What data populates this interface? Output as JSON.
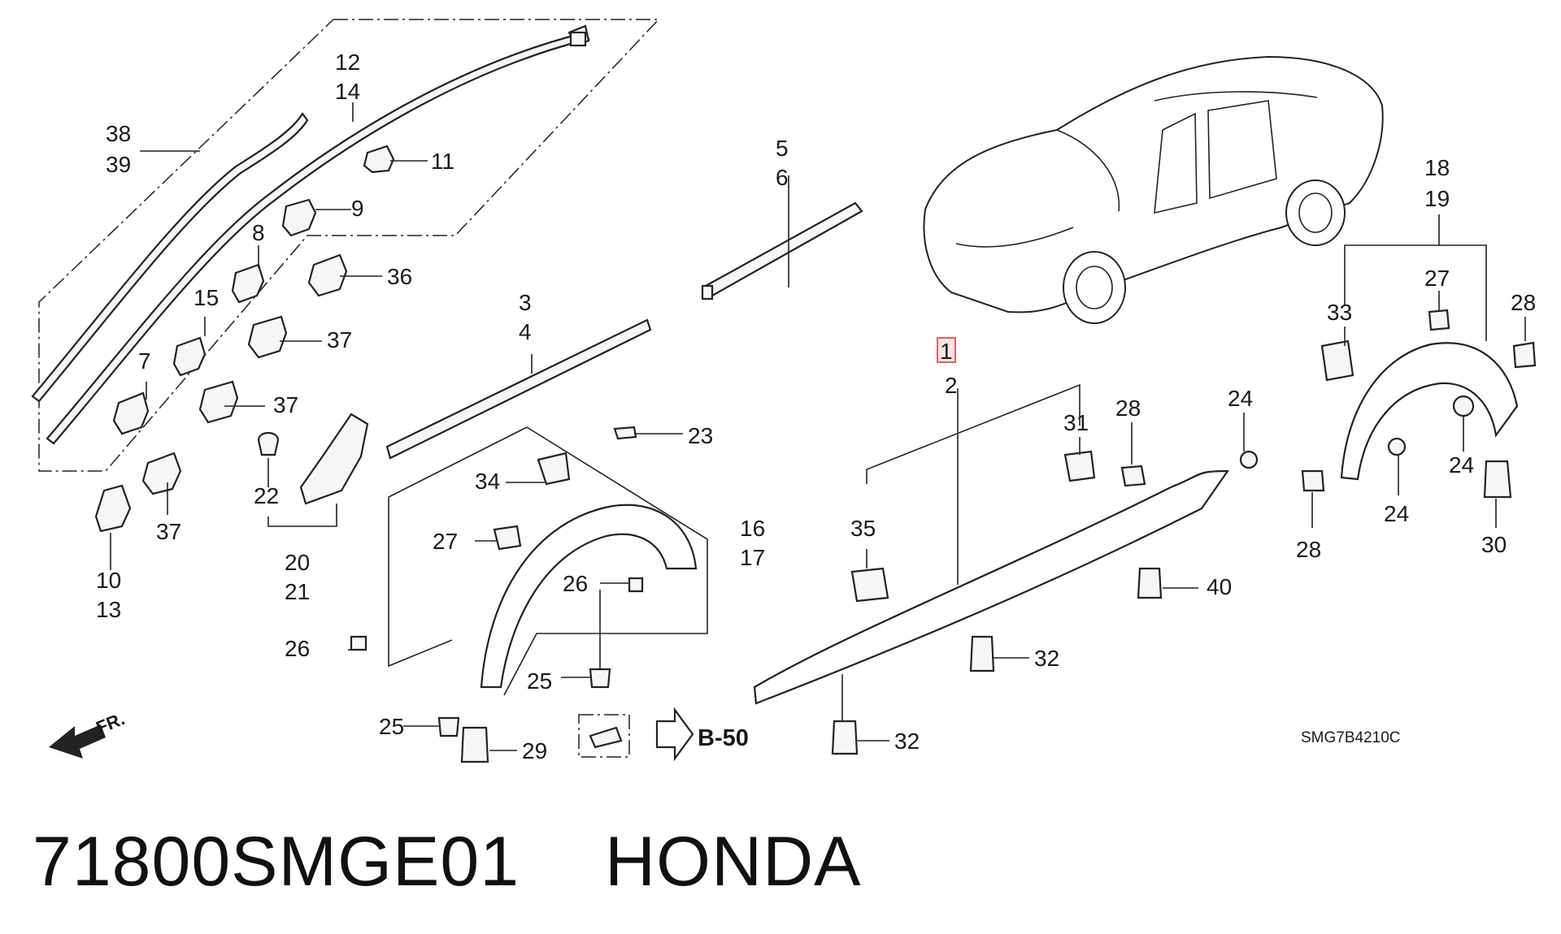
{
  "diagram": {
    "callouts": [
      "1",
      "2",
      "3",
      "4",
      "5",
      "6",
      "7",
      "8",
      "9",
      "10",
      "11",
      "12",
      "13",
      "14",
      "15",
      "16",
      "17",
      "18",
      "19",
      "20",
      "21",
      "22",
      "23",
      "24",
      "24",
      "24",
      "25",
      "25",
      "26",
      "26",
      "27",
      "27",
      "28",
      "28",
      "28",
      "29",
      "30",
      "31",
      "32",
      "32",
      "33",
      "34",
      "35",
      "36",
      "37",
      "37",
      "37",
      "38",
      "39",
      "40"
    ],
    "highlighted_callout": "1",
    "reference_label": "B-50",
    "direction_label": "FR.",
    "diagram_code": "SMG7B4210C"
  },
  "footer": {
    "part_number": "71800SMGE01",
    "brand": "HONDA"
  },
  "colors": {
    "lines": "#222222",
    "highlight_box": "#e06060",
    "highlight_fill": "#fde4e4"
  }
}
